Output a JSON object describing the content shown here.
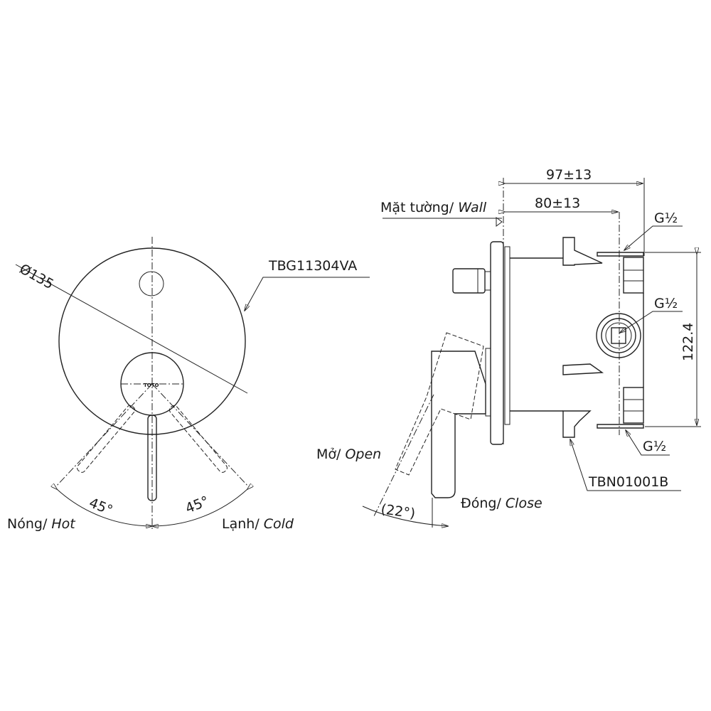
{
  "front_view": {
    "diameter_label": "Ø135",
    "model_label": "TBG11304VA",
    "angle_left": "45°",
    "angle_right": "45°",
    "hot_label": "Nóng/",
    "hot_label_en": "Hot",
    "cold_label": "Lạnh/",
    "cold_label_en": "Cold",
    "logo_text": "TOTO"
  },
  "side_view": {
    "dim_overall": "97±13",
    "dim_wall": "80±13",
    "wall_label": "Mặt tường/",
    "wall_label_en": "Wall",
    "thread_top": "G½",
    "thread_middle": "G½",
    "thread_bottom": "G½",
    "dim_height": "122.4",
    "valve_model": "TBN01001B",
    "open_label": "Mở/",
    "open_label_en": "Open",
    "open_angle": "(22°)",
    "close_label": "Đóng/",
    "close_label_en": "Close"
  }
}
